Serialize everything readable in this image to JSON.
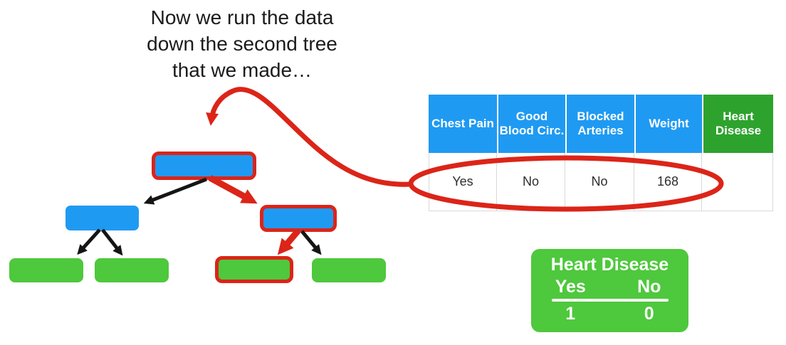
{
  "slide": {
    "title": "Now we run the data\ndown the second tree\nthat we made…"
  },
  "table": {
    "headers": [
      "Chest Pain",
      "Good Blood Circ.",
      "Blocked Arteries",
      "Weight",
      "Heart Disease"
    ],
    "row": [
      "Yes",
      "No",
      "No",
      "168",
      ""
    ]
  },
  "summary_box": {
    "title": "Heart Disease",
    "columns": [
      "Yes",
      "No"
    ],
    "values": [
      "1",
      "0"
    ]
  },
  "tree": {
    "nodes": [
      {
        "id": "root",
        "fill": "blue",
        "highlighted": true
      },
      {
        "id": "left-child",
        "fill": "blue",
        "highlighted": false
      },
      {
        "id": "right-child",
        "fill": "blue",
        "highlighted": true
      },
      {
        "id": "leaf-1",
        "fill": "green",
        "highlighted": false
      },
      {
        "id": "leaf-2",
        "fill": "green",
        "highlighted": false
      },
      {
        "id": "leaf-3",
        "fill": "green",
        "highlighted": true
      },
      {
        "id": "leaf-4",
        "fill": "green",
        "highlighted": false
      }
    ],
    "highlighted_path": [
      "root",
      "right-child",
      "leaf-3"
    ]
  },
  "colors": {
    "node-blue": "#1F9AF2",
    "node-green": "#4EC83C",
    "header-green": "#2DA32D",
    "highlight-red": "#DC2418",
    "arrow-black": "#151515",
    "table-border": "#d9d9d9"
  }
}
